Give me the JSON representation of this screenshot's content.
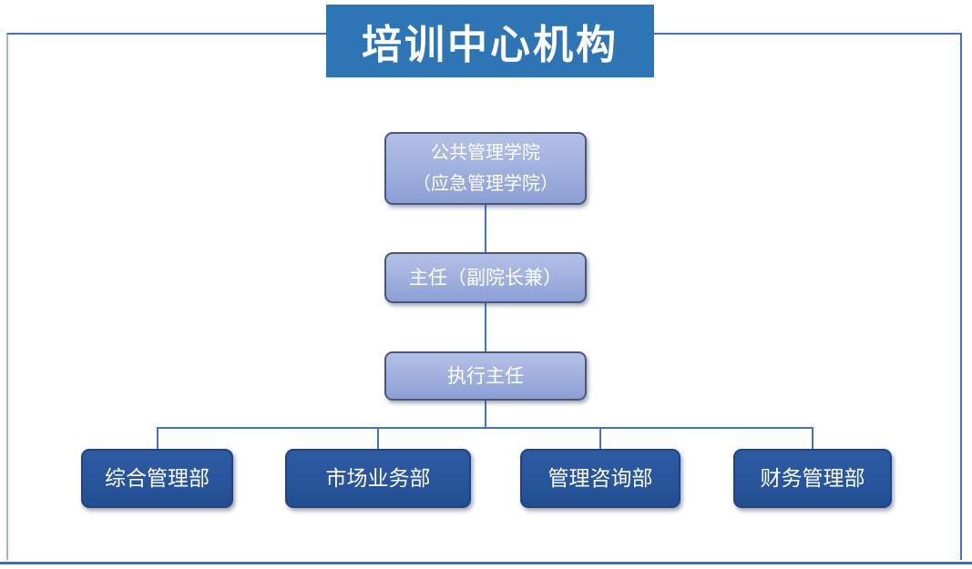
{
  "page": {
    "title": "培训中心机构"
  },
  "org": {
    "root": {
      "line1": "公共管理学院",
      "line2": "（应急管理学院）"
    },
    "director": "主任（副院长兼）",
    "executive_director": "执行主任",
    "departments": [
      {
        "label": "综合管理部"
      },
      {
        "label": "市场业务部"
      },
      {
        "label": "管理咨询部"
      },
      {
        "label": "财务管理部"
      }
    ]
  },
  "colors": {
    "banner": "#2E75B6",
    "connector": "#4472C4",
    "light_box_top": "#B3C0E7",
    "light_box_bottom": "#8CA0D5",
    "light_box_border": "#4A5776",
    "dark_box": "#27549B",
    "dark_box_border": "#1d4485",
    "frame_border": "#4472C4",
    "bottom_rule": "#2E75B6",
    "text": "#FFFFFF"
  }
}
